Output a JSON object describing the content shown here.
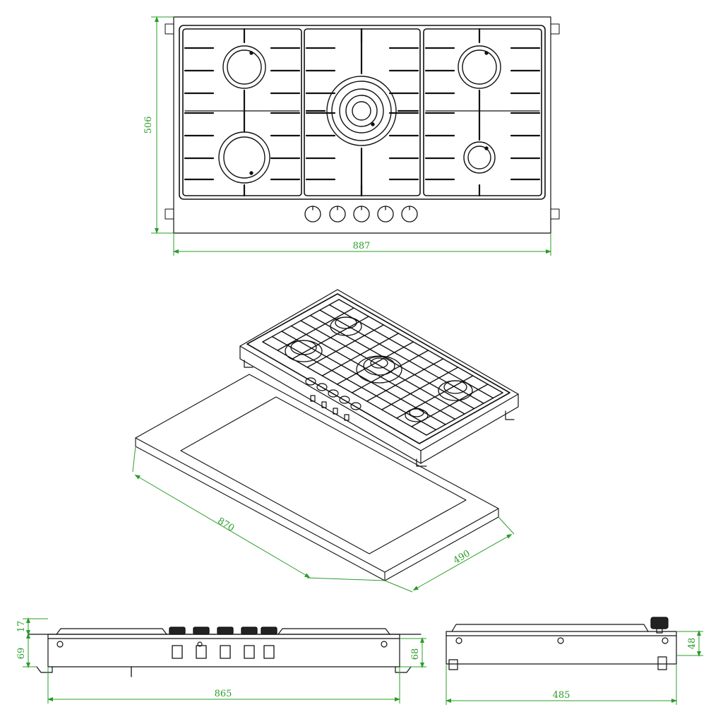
{
  "diagram": {
    "colors": {
      "dimension": "#2a9d2a",
      "linework": "#111111",
      "background": "#ffffff"
    },
    "top_view": {
      "width_label": "887",
      "depth_label": "506",
      "burners": 5,
      "knobs": 5
    },
    "cutout_view": {
      "length_label": "870",
      "depth_label": "490"
    },
    "front_view": {
      "top_height_label": "17",
      "body_height_label": "69",
      "inner_height_label": "68",
      "width_label": "865"
    },
    "side_view": {
      "height_label": "48",
      "depth_label": "485"
    }
  }
}
